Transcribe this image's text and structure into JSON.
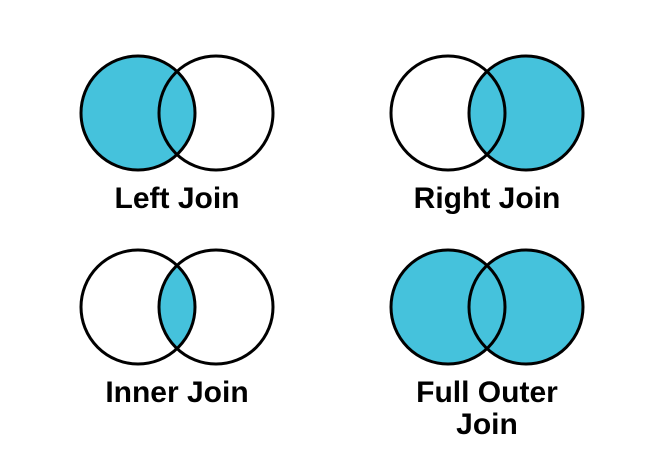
{
  "page": {
    "background": "#ffffff",
    "text_color": "#000000",
    "outline_color": "#000000",
    "highlight_color": "#45C2DC"
  },
  "diagrams": [
    {
      "id": "left-join",
      "label": "Left Join",
      "left_fill": "#45C2DC",
      "right_fill": "none",
      "intersection_fill": "#45C2DC"
    },
    {
      "id": "right-join",
      "label": "Right Join",
      "left_fill": "none",
      "right_fill": "#45C2DC",
      "intersection_fill": "#45C2DC"
    },
    {
      "id": "inner-join",
      "label": "Inner Join",
      "left_fill": "none",
      "right_fill": "none",
      "intersection_fill": "#45C2DC"
    },
    {
      "id": "full-outer-join",
      "label": "Full Outer Join",
      "left_fill": "#45C2DC",
      "right_fill": "#45C2DC",
      "intersection_fill": "#45C2DC"
    }
  ]
}
